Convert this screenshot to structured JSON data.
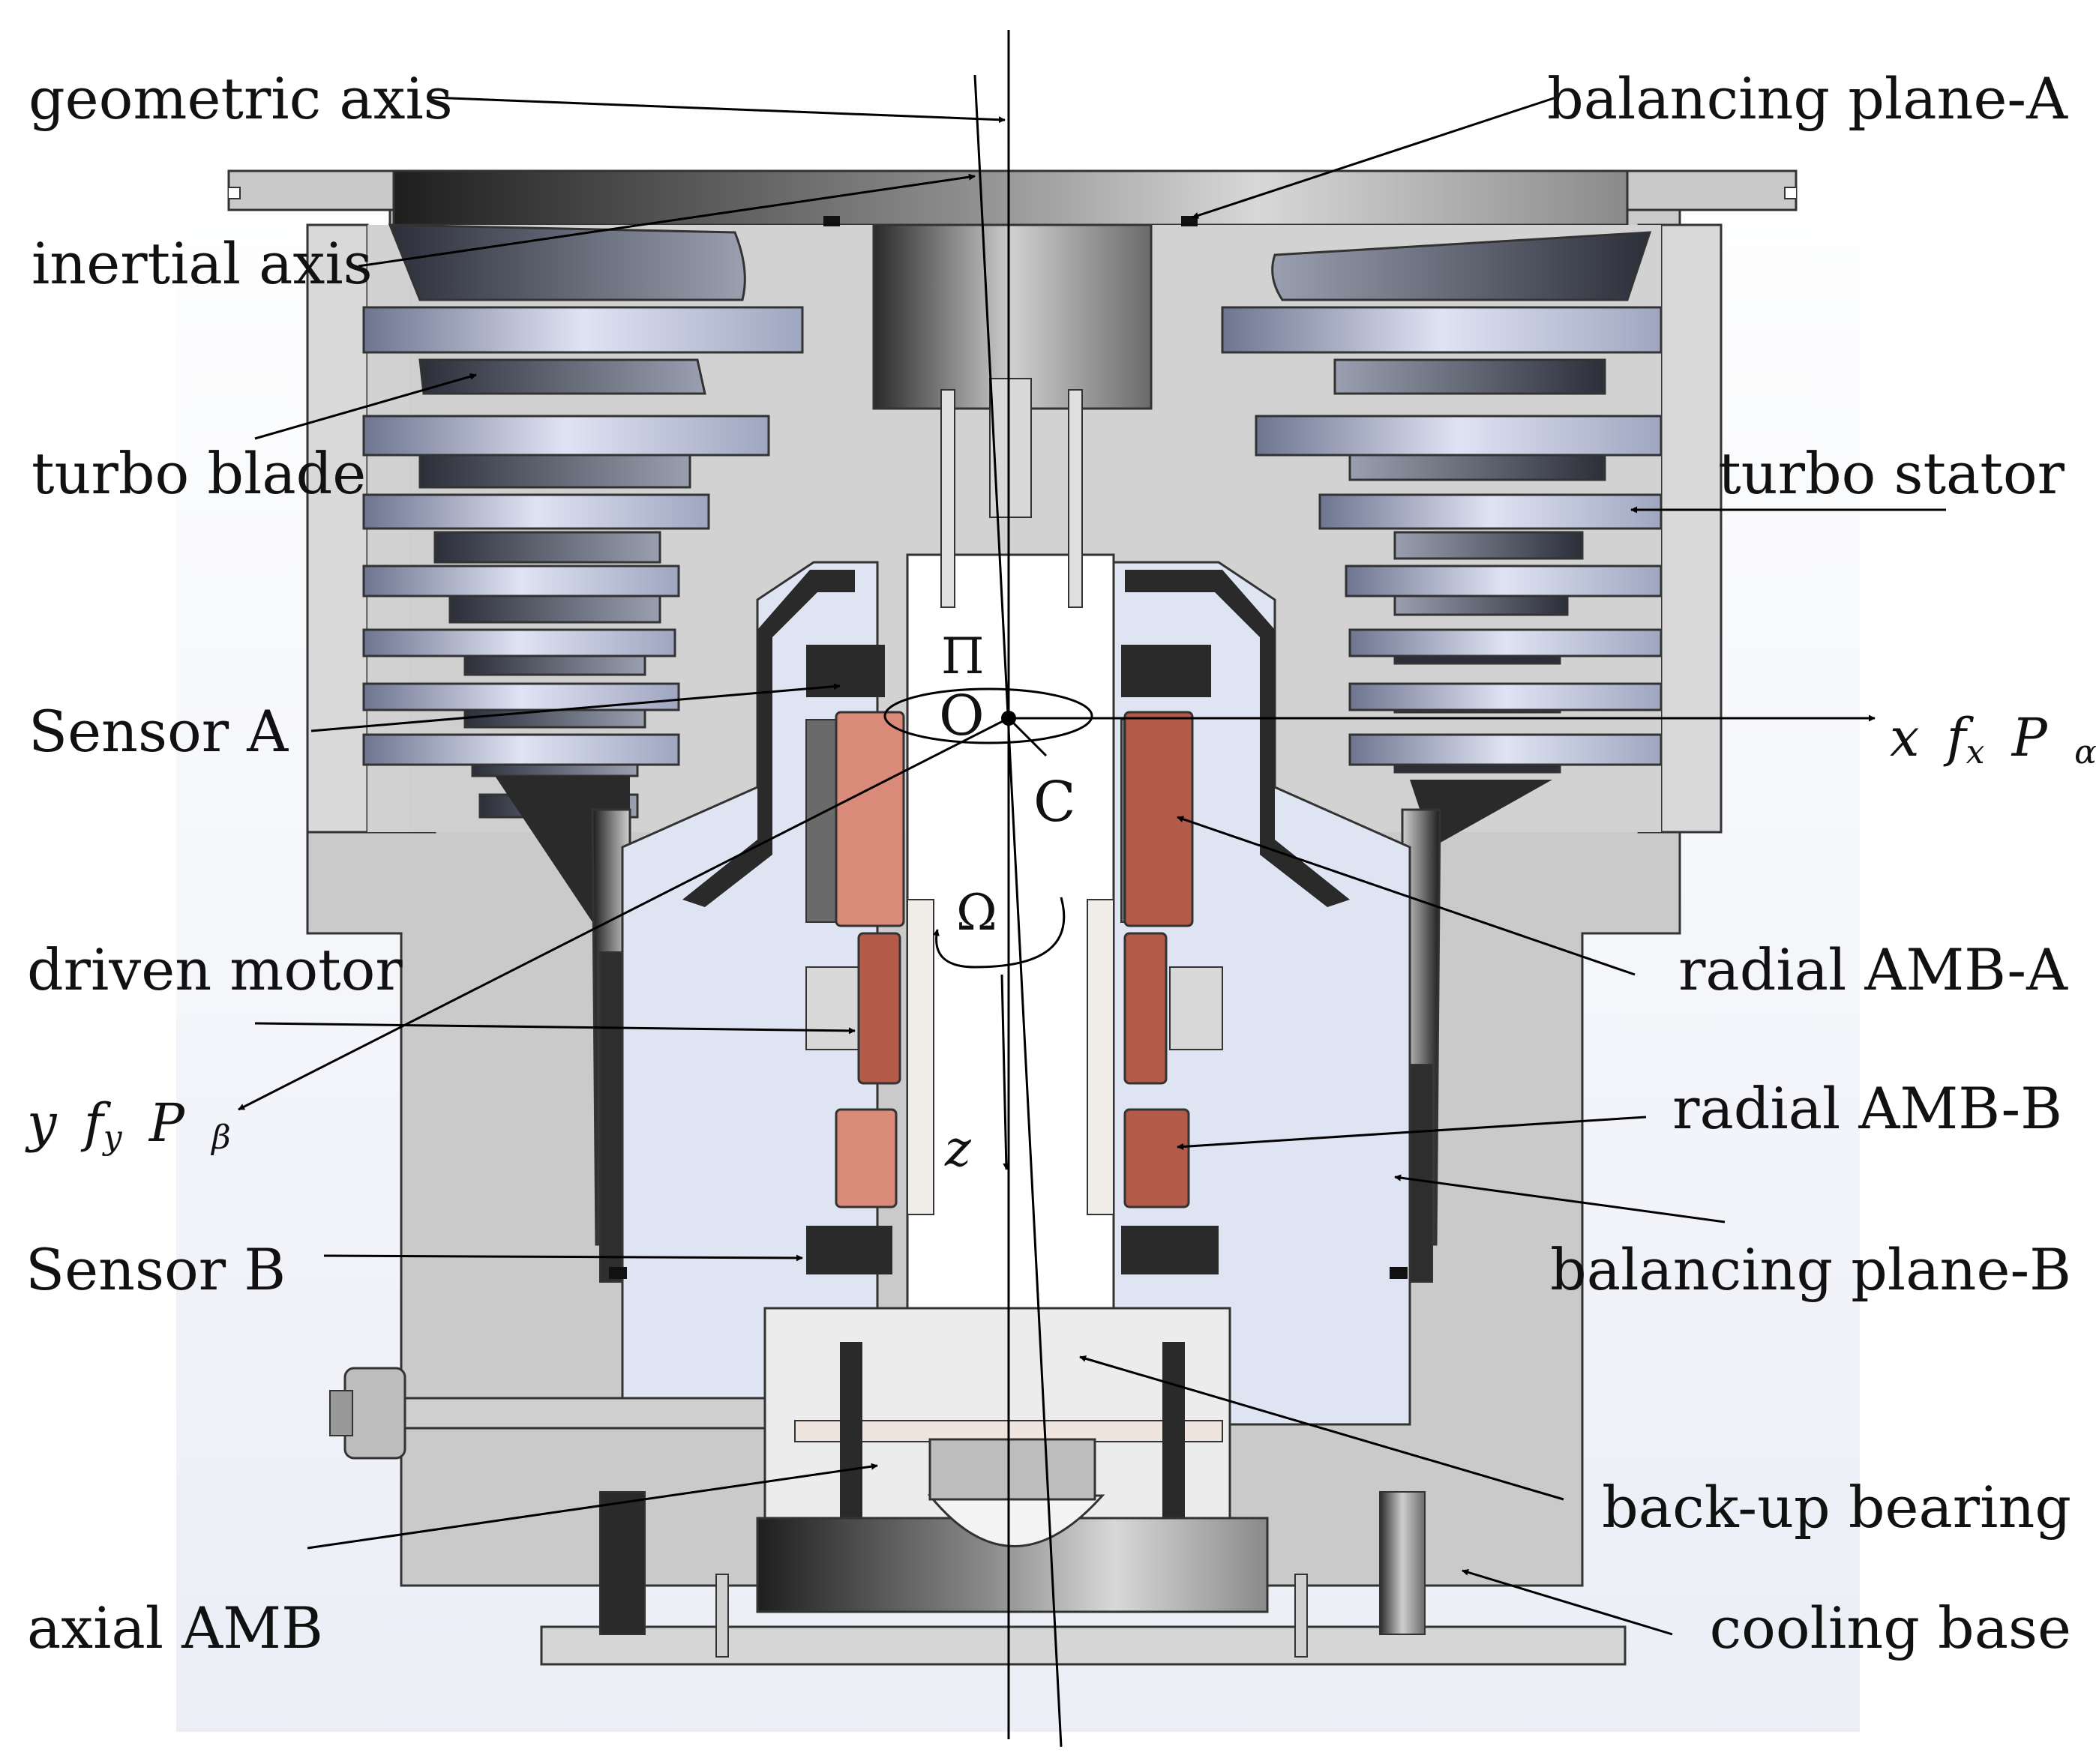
{
  "labels": {
    "geometric_axis": "geometric axis",
    "balancing_plane_a": "balancing plane-A",
    "inertial_axis": "inertial axis",
    "turbo_blade": "turbo blade",
    "turbo_stator": "turbo stator",
    "sensor_a": "Sensor A",
    "driven_motor": "driven motor",
    "radial_amb_a": "radial AMB-A",
    "radial_amb_b": "radial AMB-B",
    "sensor_b": "Sensor B",
    "balancing_plane_b": "balancing plane-B",
    "back_up_bearing": "back-up bearing",
    "axial_amb": "axial AMB",
    "cooling_base": "cooling base"
  },
  "symbols": {
    "pi": "Π",
    "o": "O",
    "c": "C",
    "omega": "Ω",
    "z": "z"
  },
  "x_axis_label": {
    "x": "x",
    "f": "f",
    "f_sub": "x",
    "p": "P",
    "p_sub": "α"
  },
  "y_axis_label": {
    "y": "y",
    "f": "f",
    "f_sub": "y",
    "p": "P",
    "p_sub": "β"
  },
  "colors": {
    "housing": "#c8c8c8",
    "stator_blue": "#dfe4f2",
    "coil": "#cc7060",
    "dark_part": "#3a3a3a",
    "rotor_blade": "#5a5f70"
  }
}
